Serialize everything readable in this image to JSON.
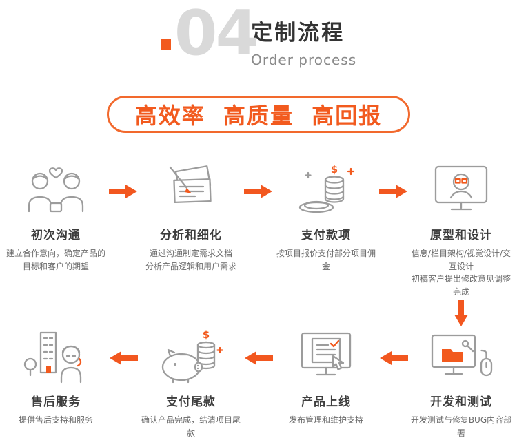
{
  "colors": {
    "accent": "#f25a1e",
    "number_gray": "#d9d9d9",
    "title_dark": "#333333",
    "desc_gray": "#6b6b6b"
  },
  "header": {
    "number": "04",
    "title": "定制流程",
    "subtitle": "Order process"
  },
  "banner": {
    "text": "高效率  高质量  高回报"
  },
  "icons": {
    "dollar": "$"
  },
  "steps": [
    {
      "title": "初次沟通",
      "icon": "people-heart-icon",
      "desc": [
        "建立合作意向，确定产品的",
        "目标和客户的期望"
      ]
    },
    {
      "title": "分析和细化",
      "icon": "documents-pen-icon",
      "desc": [
        "通过沟通制定需求文档",
        "分析产品逻辑和用户需求"
      ]
    },
    {
      "title": "支付款项",
      "icon": "coin-stack-icon",
      "desc": [
        "按项目报价支付部分项目佣金"
      ]
    },
    {
      "title": "原型和设计",
      "icon": "design-monitor-icon",
      "desc": [
        "信息/栏目架构/视觉设计/交互设计",
        "初稿客户提出修改意见调整完成"
      ]
    },
    {
      "title": "开发和测试",
      "icon": "dev-monitor-icon",
      "desc": [
        "开发测试与修复BUG内容部署"
      ]
    },
    {
      "title": "产品上线",
      "icon": "launch-monitor-icon",
      "desc": [
        "发布管理和维护支持"
      ]
    },
    {
      "title": "支付尾款",
      "icon": "piggy-bank-icon",
      "desc": [
        "确认产品完成，结清项目尾款"
      ]
    },
    {
      "title": "售后服务",
      "icon": "service-person-icon",
      "desc": [
        "提供售后支持和服务"
      ]
    }
  ]
}
